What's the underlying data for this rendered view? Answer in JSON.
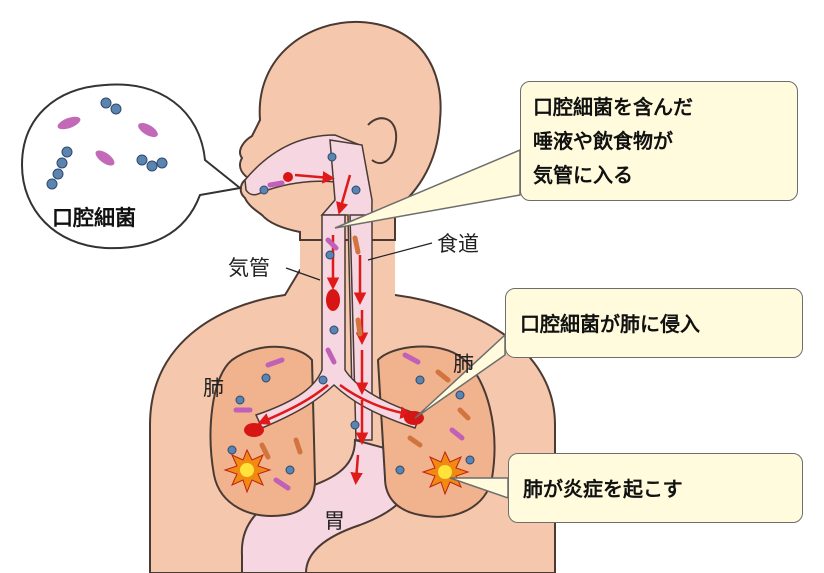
{
  "bubble": {
    "title": "口腔細菌"
  },
  "labels": {
    "trachea": "気管",
    "esophagus": "食道",
    "lung_left": "肺",
    "lung_right": "肺",
    "stomach": "胃"
  },
  "callouts": {
    "enter_trachea": [
      "口腔細菌を含んだ",
      "唾液や飲食物が",
      "気管に入る"
    ],
    "invade_lung": "口腔細菌が肺に侵入",
    "inflammation": "肺が炎症を起こす"
  },
  "colors": {
    "skin": "#f5c8ad",
    "skin_outline": "#4a3a33",
    "tract": "#f6d6e1",
    "lung_fill": "#f1b28e",
    "arrow_red": "#e01919",
    "callout_bg": "#fffbdc"
  }
}
